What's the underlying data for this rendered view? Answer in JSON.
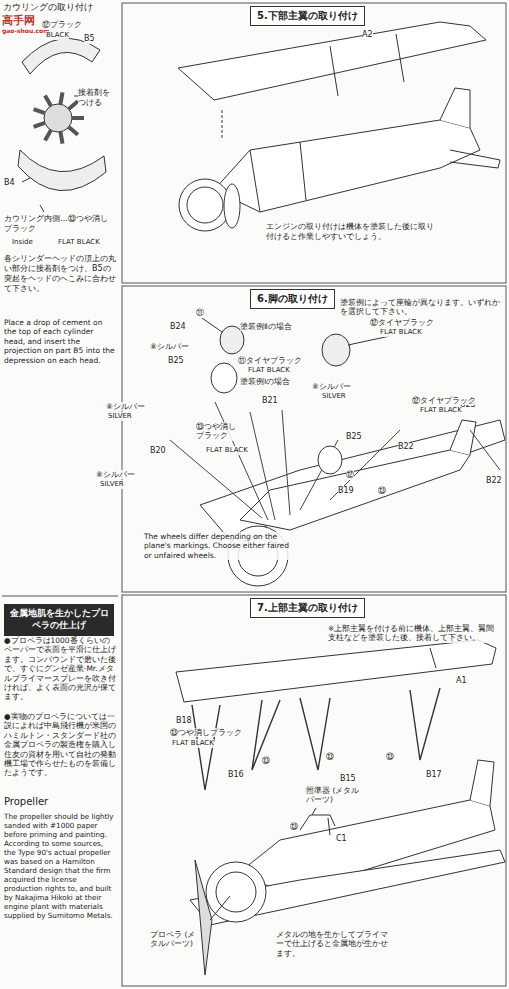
{
  "diagram": {
    "nodes": [
      {
        "text": [
          "カウリングの取り付け"
        ]
      },
      {
        "text": [
          "5.下部主翼の取り付け"
        ]
      },
      {
        "text": [
          "6.脚の取り付け"
        ]
      },
      {
        "text": [
          "7.上部主翼の取り付け"
        ]
      },
      {
        "text": [
          "金属地肌を生かしたプロペラの仕上げ"
        ]
      }
    ],
    "labels": [
      "高手网",
      "gao-shou.com",
      "⑫ブラック",
      "BLACK",
      "B5",
      "接着剤を つける",
      "B4",
      "カウリング内側…⑬つや消し ブラック",
      "Inside",
      "FLAT BLACK",
      "各シリンダーヘッドの頂上の丸い部分に接着剤をつけ、B5の突起をヘッドのへこみに合わせて下さい。",
      "Place a drop of cement on the top of each cylinder head, and insert the projection on part B5 into the depression on each head.",
      "●プロペラは1000番くらいのペーパーで表面を平滑に仕上げます。コンパウンドで磨いた後で、すぐにグンゼ産業·Mr.メタルプライマースプレーを吹き付ければ、よく表面の光沢が保てます。",
      "●実物のプロペラについては一説によれば中島飛行機が米国のハミルトン・スタンダード社の金属プロペラの製造権を購入し住友の資材を用いて自社の発動機工場で作らせたものを装備したようです。",
      "Propeller",
      "The propeller should be lightly sanded with #1000 paper before priming and painting. According to some sources, the Type 90's actual propeller was based on a Hamilton Standard design that the firm acquired the license production rights to, and built by Nakajima Hikoki at their engine plant with materials supplied by Sumitomo Metals.",
      "A2",
      "エンジンの取り付けは機体を塗装した後に取り付けると作業しやすいでしょう。",
      "塗装例によって座輪が異なります。いずれかを選択して下さい。",
      "⑪",
      "B24",
      "塗装例Ⅱの場合",
      "⑧シルバー",
      "B25",
      "⑪タイヤブラック",
      "FLAT BLACK",
      "塗装例Ⅰの場合",
      "⑫タイヤブラック",
      "FLAT BLACK",
      "⑧シルバー",
      "SILVER",
      "⑬つや消し ブラック",
      "FLAT BLACK",
      "B21",
      "⑧シルバー",
      "SILVER",
      "B23",
      "⑫タイヤブラック",
      "FLAT BLACK",
      "B25",
      "⑫",
      "B22",
      "B22",
      "B20",
      "⑧シルバー",
      "SILVER",
      "B19",
      "⑬",
      "The wheels differ depending on the plane's markings. Choose either faired or unfaired wheels.",
      "※上部主翼を付ける前に機体、上部主翼、翼間支柱などを塗装した後、接着して下さい。",
      "A1",
      "B18",
      "⑬つや消しブラック",
      "FLAT BLACK",
      "⑬",
      "⑬",
      "B16",
      "B15",
      "⑬",
      "B17",
      "照準器 (メタルパーツ)",
      "⑬",
      "C1",
      "プロペラ (メタルパーツ)",
      "メタルの地を生かしてプライマーで仕上げると金属地が生かせます。"
    ]
  }
}
